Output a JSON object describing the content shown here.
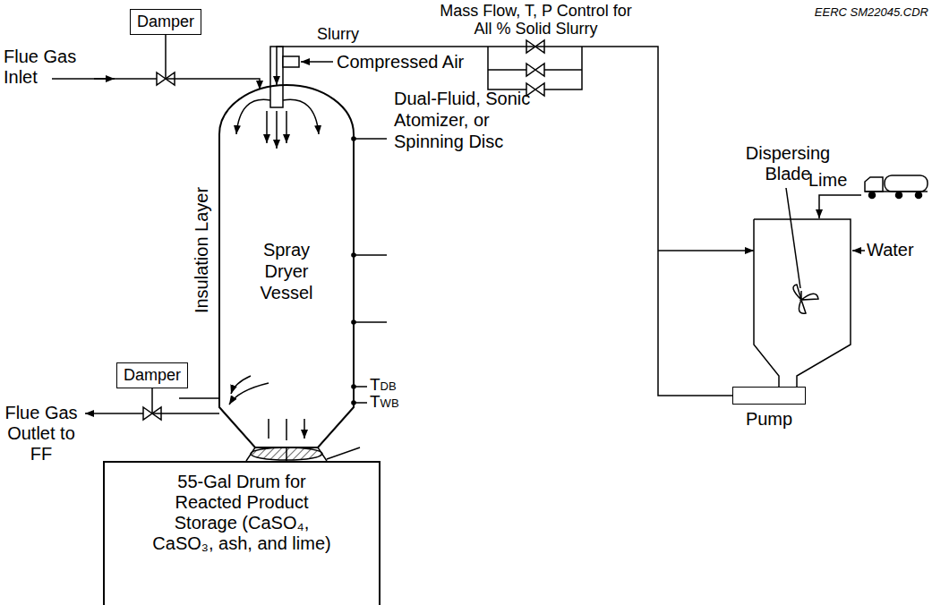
{
  "diagram": {
    "nodes": [
      {
        "text": [
          "Damper"
        ]
      },
      {
        "text": [
          "Spray Dryer Vessel"
        ]
      },
      {
        "text": [
          "Damper"
        ]
      },
      {
        "text": [
          "55-Gal Drum for Reacted Product Storage (CaSO₄, CaSO₃, ash, and lime)"
        ]
      },
      {
        "text": [
          "Pump"
        ]
      }
    ],
    "edges": [
      {
        "from": 0,
        "to": 1,
        "arrow": "to"
      },
      {
        "from": 1,
        "to": 2,
        "arrow": "none"
      },
      {
        "from": 1,
        "to": 3,
        "arrow": "none"
      },
      {
        "from": 4,
        "to": 1,
        "arrow": "to",
        "label": "Slurry"
      }
    ],
    "labels": [
      "EERC SM22045.CDR",
      "Mass Flow, T, P Control for All % Solid Slurry",
      "Flue Gas Inlet",
      "Compressed Air",
      "Dual-Fluid, Sonic Atomizer, or Spinning Disc",
      "Insulation Layer",
      "TDB",
      "TWB",
      "Flue Gas Outlet to FF",
      "Dispersing Blade",
      "Lime",
      "Water"
    ]
  }
}
